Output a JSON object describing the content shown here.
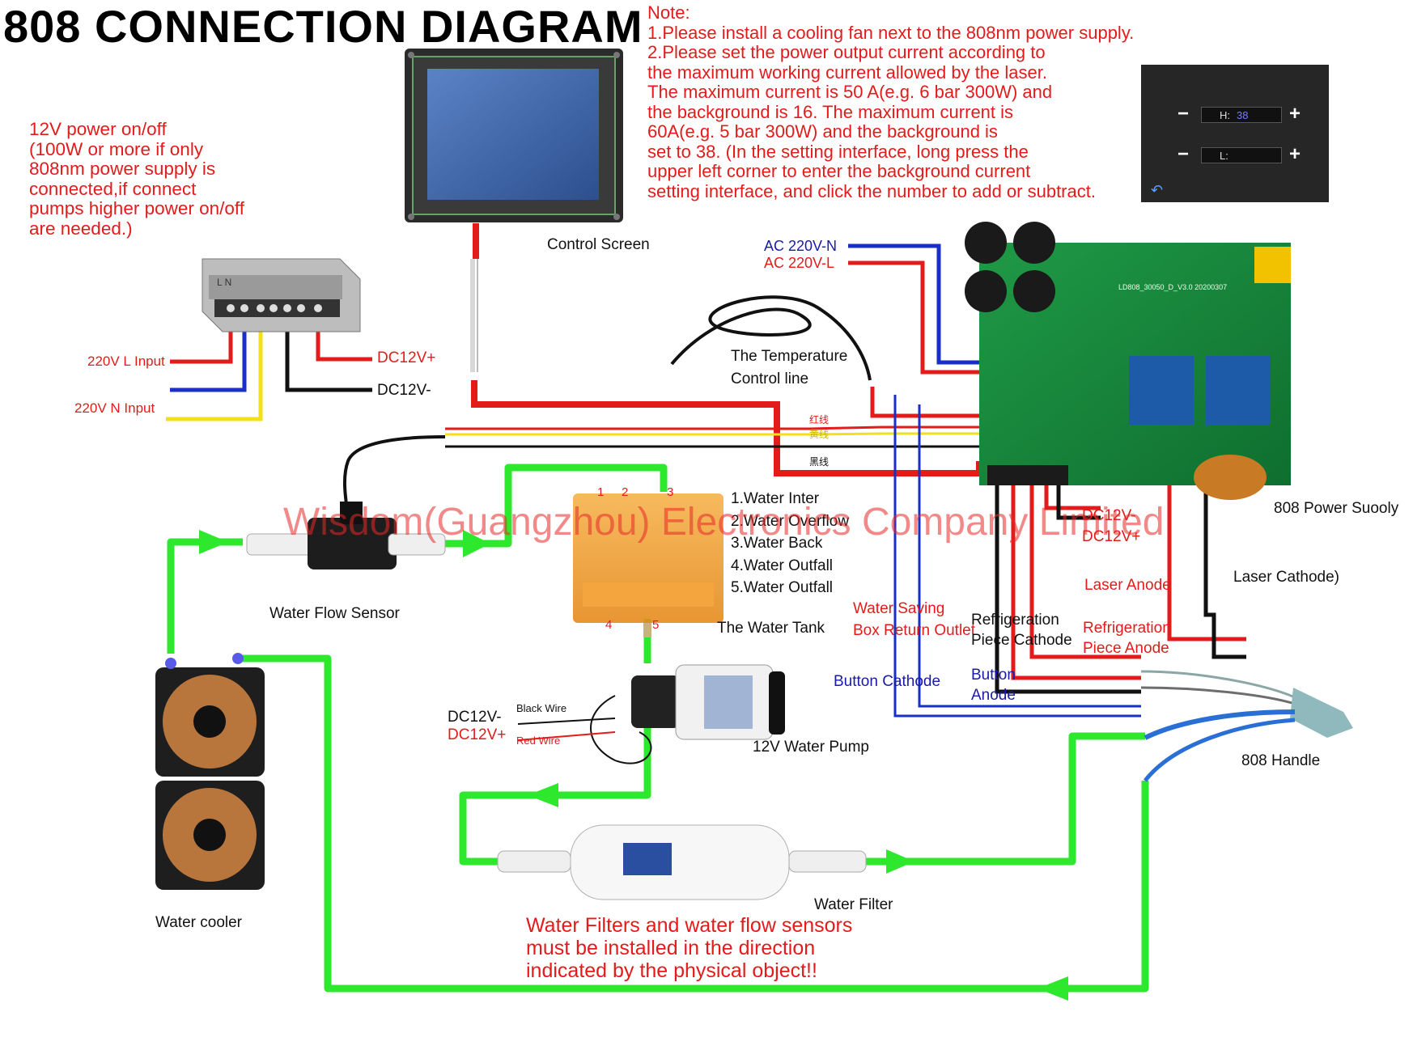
{
  "title": "808 CONNECTION  DIAGRAM",
  "note": {
    "lines": [
      "Note:",
      "1.Please install a cooling fan next to the 808nm power supply.",
      "2.Please set the power output current according to",
      "the maximum working current allowed by the laser.",
      " The maximum current is 50 A(e.g. 6 bar 300W) and",
      "the background is 16. The maximum current is",
      "60A(e.g. 5 bar 300W) and the background is",
      "set to 38. (In the setting interface, long press the",
      "upper left corner to enter the background current",
      "setting interface, and click the number to add or subtract."
    ]
  },
  "hmi_panel": {
    "row1_label": "H:",
    "row1_value": "38",
    "row2_label": "L:",
    "minus": "−",
    "plus": "+",
    "back_icon": "back-arrow-icon"
  },
  "power_note": {
    "lines": [
      "12V power on/off",
      " (100W or more if only",
      "808nm power supply is",
      "connected,if connect",
      "pumps higher power on/off",
      "are needed.)"
    ]
  },
  "psu": {
    "terminal_text": "L  N",
    "input_l": "220V L Input",
    "input_n": "220V N Input",
    "dc_plus": "DC12V+",
    "dc_minus": "DC12V-"
  },
  "labels": {
    "control_screen": "Control Screen",
    "ac_n": "AC 220V-N",
    "ac_l": "AC 220V-L",
    "temp_line_1": "The Temperature",
    "temp_line_2": "Control line",
    "wire_red_cn": "红线",
    "wire_yellow_cn": "黄线",
    "wire_black_cn": "黑线",
    "tank_items": [
      "1.Water  Inter",
      "2.Water Overflow",
      "3.Water Back",
      "4.Water Outfall",
      "5.Water Outfall"
    ],
    "tank_nums": [
      "1",
      "2",
      "3",
      "4",
      "5"
    ],
    "water_tank": "The Water Tank",
    "flow_sensor": "Water Flow Sensor",
    "psu_dc_minus": "DC12V-",
    "psu_dc_plus": "DC12V+",
    "power_supply": "808 Power Suooly",
    "laser_anode": "Laser Anode",
    "laser_cathode": "Laser Cathode)",
    "water_saving_1": "Water Saving",
    "water_saving_2": "Box Return Outlet",
    "refrig_cathode_1": "Refrigeration",
    "refrig_cathode_2": "Piece  Cathode",
    "refrig_anode_1": "Refrigeration",
    "refrig_anode_2": "Piece Anode",
    "button_cathode": "Button Cathode",
    "button_anode_1": "Button",
    "button_anode_2": "Anode",
    "pump_dc_minus": "DC12V-",
    "pump_dc_plus": "DC12V+",
    "black_wire": "Black  Wire",
    "red_wire": "Red Wire",
    "water_pump": "12V Water Pump",
    "handle": "808 Handle",
    "water_cooler": "Water cooler",
    "water_filter": "Water Filter",
    "board_code": "LD808_30050_D_V3.0 20200307",
    "watermark": "Wisdom(Guangzhou) Electronics Company Limited"
  },
  "warning": {
    "lines": [
      "Water Filters and water flow sensors",
      "must be installed in the direction",
      "indicated by the physical object!!"
    ]
  },
  "colors": {
    "red_wire": "#e31b1b",
    "blue_wire": "#1a2fc8",
    "yellow_wire": "#f2e01a",
    "black_wire": "#111111",
    "water_pipe": "#2ee82e",
    "note_text": "#e31b1b"
  }
}
